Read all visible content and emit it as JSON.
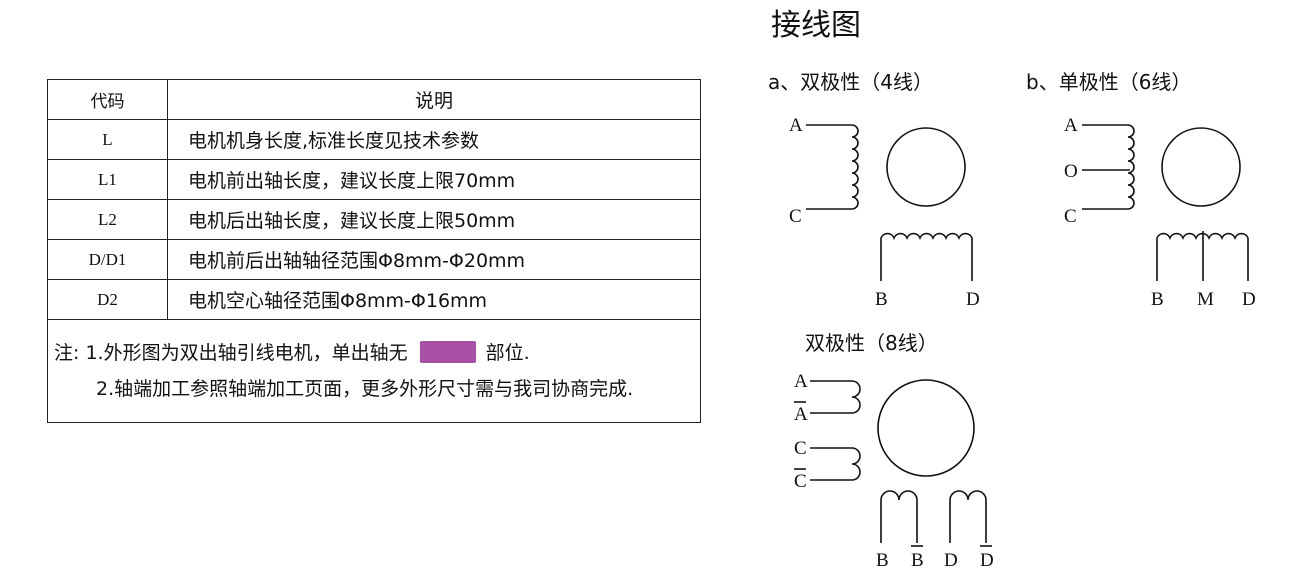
{
  "table": {
    "header": {
      "code": "代码",
      "desc": "说明"
    },
    "rows": [
      {
        "code": "L",
        "desc": "电机机身长度,标准长度见技术参数"
      },
      {
        "code": "L1",
        "desc": "电机前出轴长度，建议长度上限70mm"
      },
      {
        "code": "L2",
        "desc": "电机后出轴长度，建议长度上限50mm"
      },
      {
        "code": "D/D1",
        "desc": "电机前后出轴轴径范围Φ8mm-Φ20mm"
      },
      {
        "code": "D2",
        "desc": "电机空心轴径范围Φ8mm-Φ16mm"
      }
    ],
    "notes": {
      "n1_before": "注: 1.外形图为双出轴引线电机，单出轴无",
      "n1_after": "部位.",
      "n2": "2.轴端加工参照轴端加工页面，更多外形尺寸需与我司协商完成.",
      "swatch_color": "#a84fa6"
    }
  },
  "wiring": {
    "title": "接线图",
    "bipolar4": {
      "title": "a、双极性（4线）",
      "labels": [
        "A",
        "C",
        "B",
        "D"
      ]
    },
    "unipolar6": {
      "title": "b、单极性（6线）",
      "labels": [
        "A",
        "O",
        "C",
        "B",
        "M",
        "D"
      ]
    },
    "bipolar8": {
      "title": "双极性（8线）",
      "labels": [
        "A",
        "A",
        "C",
        "C",
        "B",
        "B",
        "D",
        "D"
      ]
    }
  }
}
